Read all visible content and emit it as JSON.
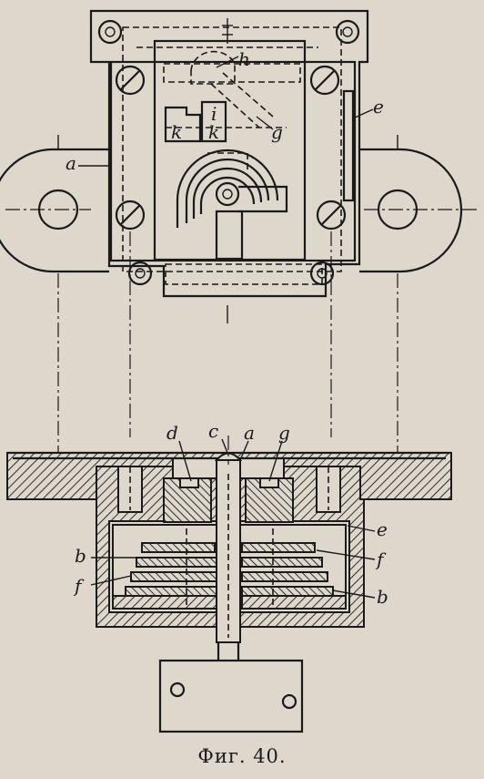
{
  "figure": {
    "caption": "Фиг. 40.",
    "top_view_labels": {
      "h": "h",
      "g": "g",
      "e": "e",
      "a": "a",
      "k1": "k",
      "k2": "k",
      "i": "i"
    },
    "section_labels": {
      "d": "d",
      "c": "c",
      "a": "a",
      "g": "g",
      "e": "e",
      "b_left": "b",
      "f_left": "f",
      "f_right": "f",
      "b_right": "b"
    }
  }
}
